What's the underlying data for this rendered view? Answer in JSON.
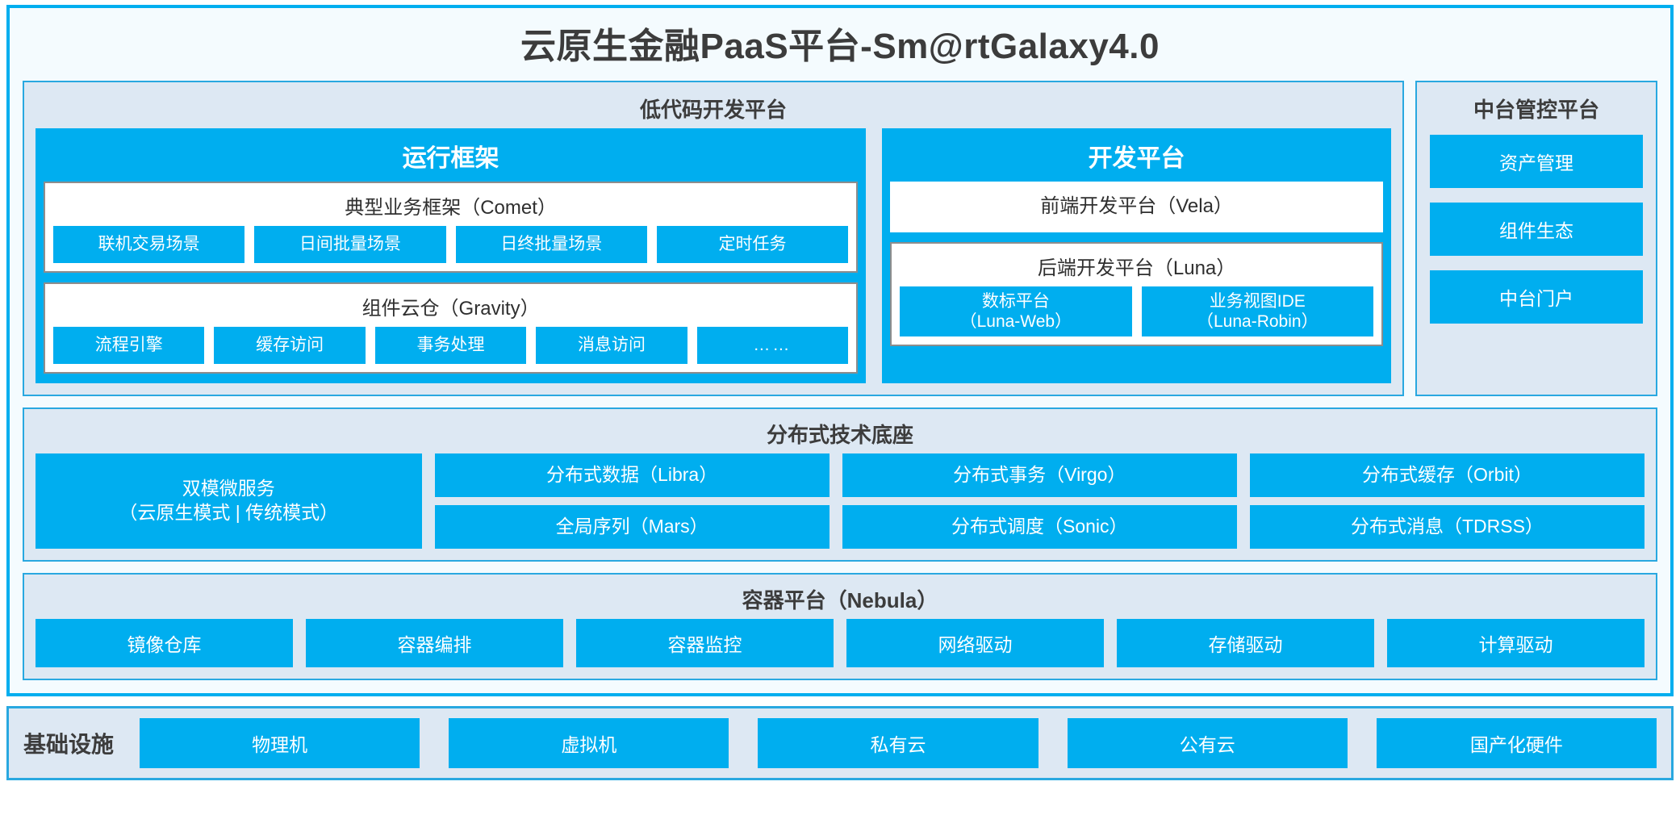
{
  "title": "云原生金融PaaS平台-Sm@rtGalaxy4.0",
  "colors": {
    "accent": "#00AEEF",
    "panel_bg": "#dde8f3",
    "panel_border": "#29a8e0",
    "frame_bg": "#f4fbfe",
    "text": "#3c3c3c"
  },
  "lowcode": {
    "title": "低代码开发平台",
    "runtime": {
      "title": "运行框架",
      "comet": {
        "title": "典型业务框架（Comet）",
        "items": [
          "联机交易场景",
          "日间批量场景",
          "日终批量场景",
          "定时任务"
        ]
      },
      "gravity": {
        "title": "组件云仓（Gravity）",
        "items": [
          "流程引擎",
          "缓存访问",
          "事务处理",
          "消息访问",
          "……"
        ]
      }
    },
    "devplatform": {
      "title": "开发平台",
      "frontend": "前端开发平台（Vela）",
      "backend": {
        "title": "后端开发平台（Luna）",
        "items": [
          {
            "line1": "数标平台",
            "line2": "（Luna-Web）"
          },
          {
            "line1": "业务视图IDE",
            "line2": "（Luna-Robin）"
          }
        ]
      }
    }
  },
  "midoffice": {
    "title": "中台管控平台",
    "items": [
      "资产管理",
      "组件生态",
      "中台门户"
    ]
  },
  "base": {
    "title": "分布式技术底座",
    "wide": {
      "line1": "双模微服务",
      "line2": "（云原生模式 | 传统模式）"
    },
    "columns": [
      [
        "分布式数据（Libra）",
        "全局序列（Mars）"
      ],
      [
        "分布式事务（Virgo）",
        "分布式调度（Sonic）"
      ],
      [
        "分布式缓存（Orbit）",
        "分布式消息（TDRSS）"
      ]
    ]
  },
  "container": {
    "title": "容器平台（Nebula）",
    "items": [
      "镜像仓库",
      "容器编排",
      "容器监控",
      "网络驱动",
      "存储驱动",
      "计算驱动"
    ]
  },
  "infrastructure": {
    "label": "基础设施",
    "items": [
      "物理机",
      "虚拟机",
      "私有云",
      "公有云",
      "国产化硬件"
    ]
  }
}
